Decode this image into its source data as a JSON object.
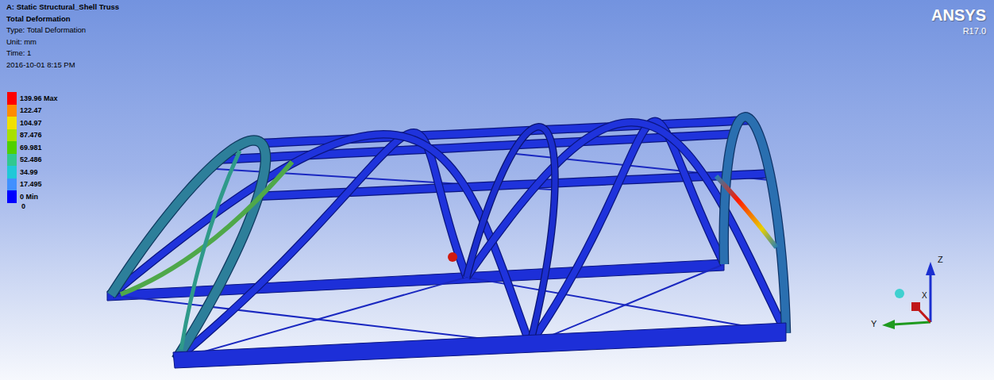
{
  "diagram": {
    "title": "A: Static Structural_Shell Truss",
    "labels": [
      "Total Deformation",
      "Type: Total Deformation",
      "Unit: mm",
      "Time: 1",
      "2016-10-01 8:15 PM",
      "0",
      "ANSYS",
      "R17.0",
      "Z",
      "X",
      "Y"
    ],
    "legend": [
      {
        "text": "139.96 Max",
        "color": "#ff0000"
      },
      {
        "text": "122.47",
        "color": "#ff8c00"
      },
      {
        "text": "104.97",
        "color": "#f0e000"
      },
      {
        "text": "87.476",
        "color": "#a8e000"
      },
      {
        "text": "69.981",
        "color": "#50d000"
      },
      {
        "text": "52.486",
        "color": "#30c890"
      },
      {
        "text": "34.99",
        "color": "#20c8d8"
      },
      {
        "text": "17.495",
        "color": "#4090ff"
      },
      {
        "text": "0 Min",
        "color": "#0000ff"
      }
    ]
  }
}
